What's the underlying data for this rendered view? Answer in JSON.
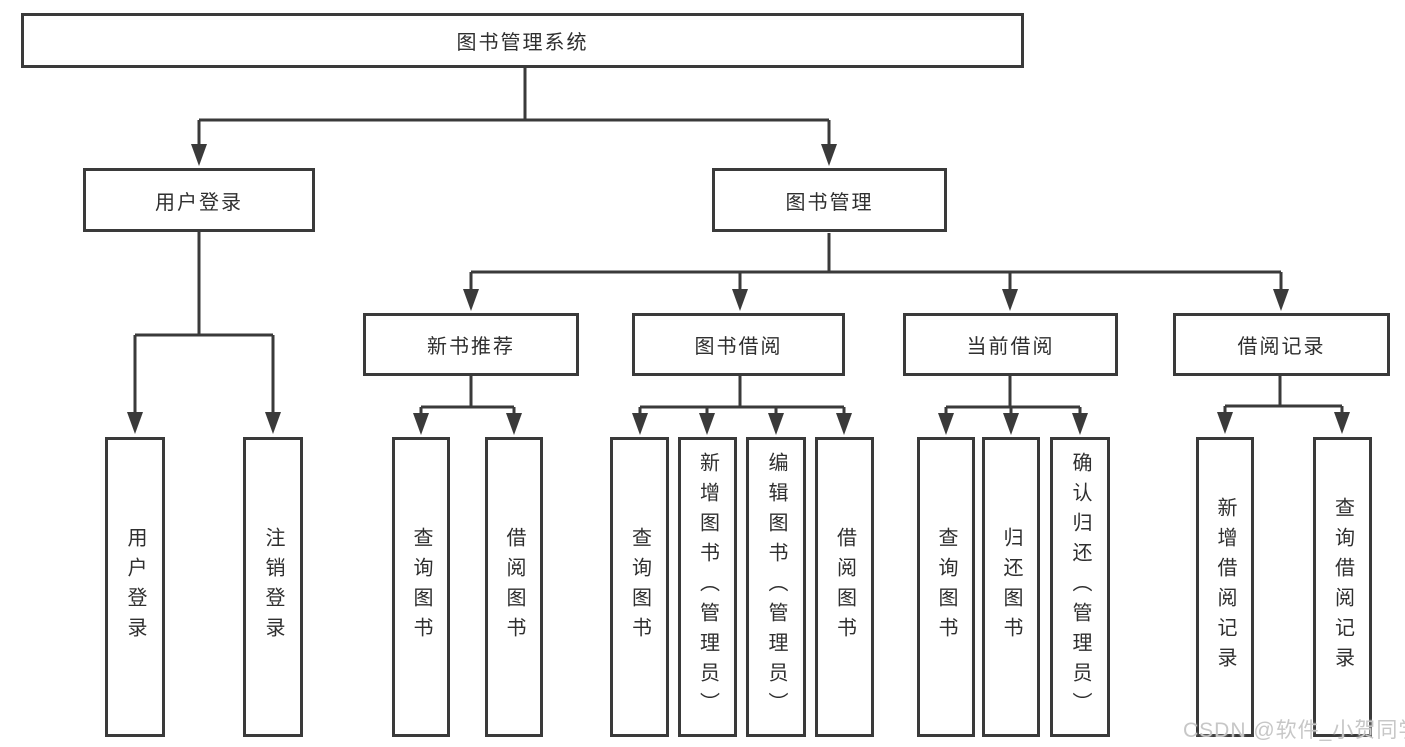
{
  "tree": {
    "root": {
      "label": "图书管理系统"
    },
    "branches": [
      {
        "label": "用户登录",
        "children": [
          {
            "label": "用户登录"
          },
          {
            "label": "注销登录"
          }
        ]
      },
      {
        "label": "图书管理",
        "sections": [
          {
            "label": "新书推荐",
            "children": [
              {
                "label": "查询图书"
              },
              {
                "label": "借阅图书"
              }
            ]
          },
          {
            "label": "图书借阅",
            "children": [
              {
                "label": "查询图书"
              },
              {
                "label": "新增图书（管理员）"
              },
              {
                "label": "编辑图书（管理员）"
              },
              {
                "label": "借阅图书"
              }
            ]
          },
          {
            "label": "当前借阅",
            "children": [
              {
                "label": "查询图书"
              },
              {
                "label": "归还图书"
              },
              {
                "label": "确认归还（管理员）"
              }
            ]
          },
          {
            "label": "借阅记录",
            "children": [
              {
                "label": "新增借阅记录"
              },
              {
                "label": "查询借阅记录"
              }
            ]
          }
        ]
      }
    ]
  },
  "watermark": {
    "text": "CSDN @软件_小贺同学"
  },
  "colors": {
    "line": "#3a3a3a",
    "text": "#2f2f2f",
    "background": "#ffffff",
    "watermark": "#c7c7c7"
  }
}
